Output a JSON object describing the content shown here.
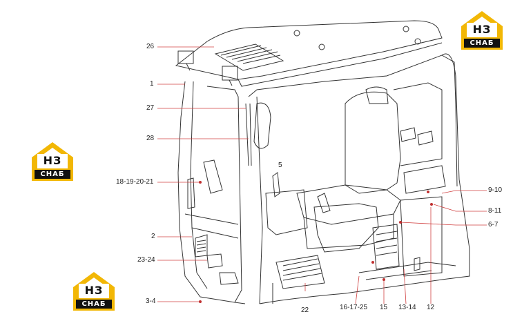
{
  "logo": {
    "brand": "НЗ",
    "sub": "СНАБ",
    "color": "#f2b705"
  },
  "callouts": [
    {
      "id": "26",
      "text": "26"
    },
    {
      "id": "1",
      "text": "1"
    },
    {
      "id": "27",
      "text": "27"
    },
    {
      "id": "28",
      "text": "28"
    },
    {
      "id": "5",
      "text": "5"
    },
    {
      "id": "18-21",
      "text": "18-19-20-21"
    },
    {
      "id": "2",
      "text": "2"
    },
    {
      "id": "23-24",
      "text": "23-24"
    },
    {
      "id": "3-4",
      "text": "3-4"
    },
    {
      "id": "22",
      "text": "22"
    },
    {
      "id": "16-25",
      "text": "16-17-25"
    },
    {
      "id": "15",
      "text": "15"
    },
    {
      "id": "13-14",
      "text": "13-14"
    },
    {
      "id": "12",
      "text": "12"
    },
    {
      "id": "9-10",
      "text": "9-10"
    },
    {
      "id": "8-11",
      "text": "8-11"
    },
    {
      "id": "6-7",
      "text": "6-7"
    }
  ],
  "colors": {
    "line": "#333333",
    "leader": "#d04040",
    "dot": "#c03030"
  }
}
